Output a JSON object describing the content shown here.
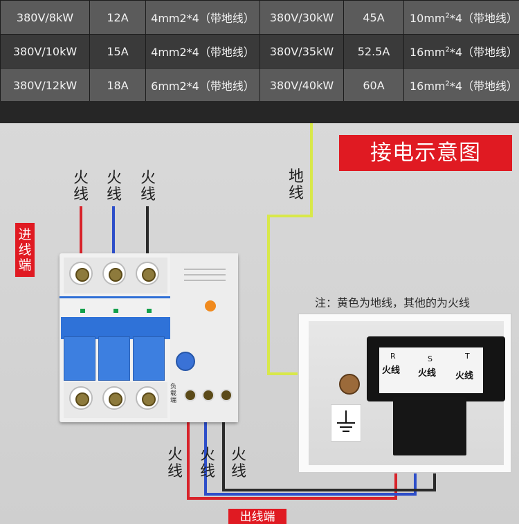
{
  "table": {
    "rows": [
      {
        "c1": "380V/8kW",
        "c2": "12A",
        "c3": "4mm2*4（带地线）",
        "c4": "380V/30kW",
        "c5": "45A",
        "c6a": "10mm",
        "c6sup": "2",
        "c6b": "*4（带地线）"
      },
      {
        "c1": "380V/10kW",
        "c2": "15A",
        "c3": "4mm2*4（带地线）",
        "c4": "380V/35kW",
        "c5": "52.5A",
        "c6a": "16mm",
        "c6sup": "2",
        "c6b": "*4（带地线）"
      },
      {
        "c1": "380V/12kW",
        "c2": "18A",
        "c3": "6mm2*4（带地线）",
        "c4": "380V/40kW",
        "c5": "60A",
        "c6a": "16mm",
        "c6sup": "2",
        "c6b": "*4（带地线）"
      }
    ]
  },
  "diagram": {
    "title": "接电示意图",
    "ground_label": "地线",
    "input_label": "进线端",
    "output_label": "出线端",
    "live_label": "火线",
    "note": "注：黄色为地线，其他的为火线",
    "load_side_label": "负载端",
    "plug_terminals": [
      {
        "letter": "R",
        "label": "火线"
      },
      {
        "letter": "S",
        "label": "火线"
      },
      {
        "letter": "T",
        "label": "火线"
      }
    ]
  },
  "colors": {
    "accent_red": "#e01a22",
    "wire_red": "#d8232a",
    "wire_blue": "#2d4ec9",
    "wire_black": "#2a2a2a",
    "wire_yellow": "#d8e84a"
  }
}
